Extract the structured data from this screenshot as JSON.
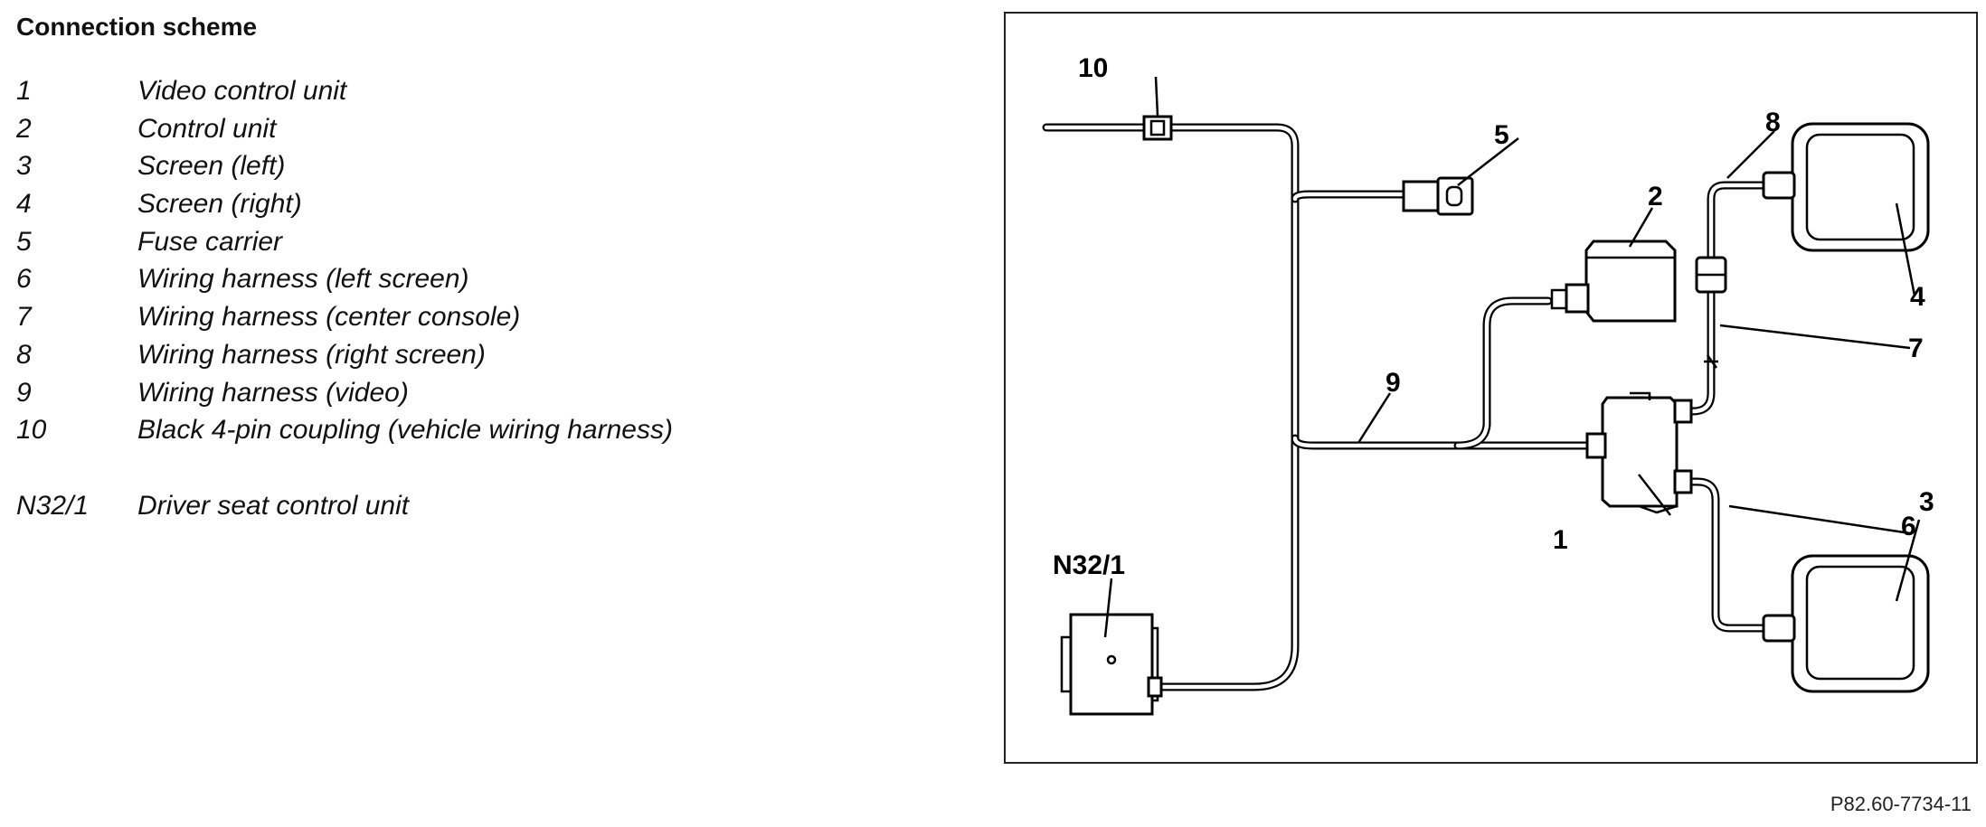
{
  "legend": {
    "title": "Connection scheme",
    "items": [
      {
        "num": "1",
        "label": "Video control unit"
      },
      {
        "num": "2",
        "label": "Control unit"
      },
      {
        "num": "3",
        "label": "Screen (left)"
      },
      {
        "num": "4",
        "label": "Screen (right)"
      },
      {
        "num": "5",
        "label": "Fuse carrier"
      },
      {
        "num": "6",
        "label": "Wiring harness (left screen)"
      },
      {
        "num": "7",
        "label": "Wiring harness (center console)"
      },
      {
        "num": "8",
        "label": "Wiring harness (right screen)"
      },
      {
        "num": "9",
        "label": "Wiring harness (video)"
      },
      {
        "num": "10",
        "label": "Black 4-pin coupling (vehicle wiring harness)"
      }
    ],
    "extra": {
      "num": "N32/1",
      "label": "Driver seat control unit"
    }
  },
  "diagram": {
    "callouts": {
      "c1": "1",
      "c2": "2",
      "c3": "3",
      "c4": "4",
      "c5": "5",
      "c6": "6",
      "c7": "7",
      "c8": "8",
      "c9": "9",
      "c10": "10",
      "n32": "N32/1"
    }
  },
  "reference_code": "P82.60-7734-11"
}
